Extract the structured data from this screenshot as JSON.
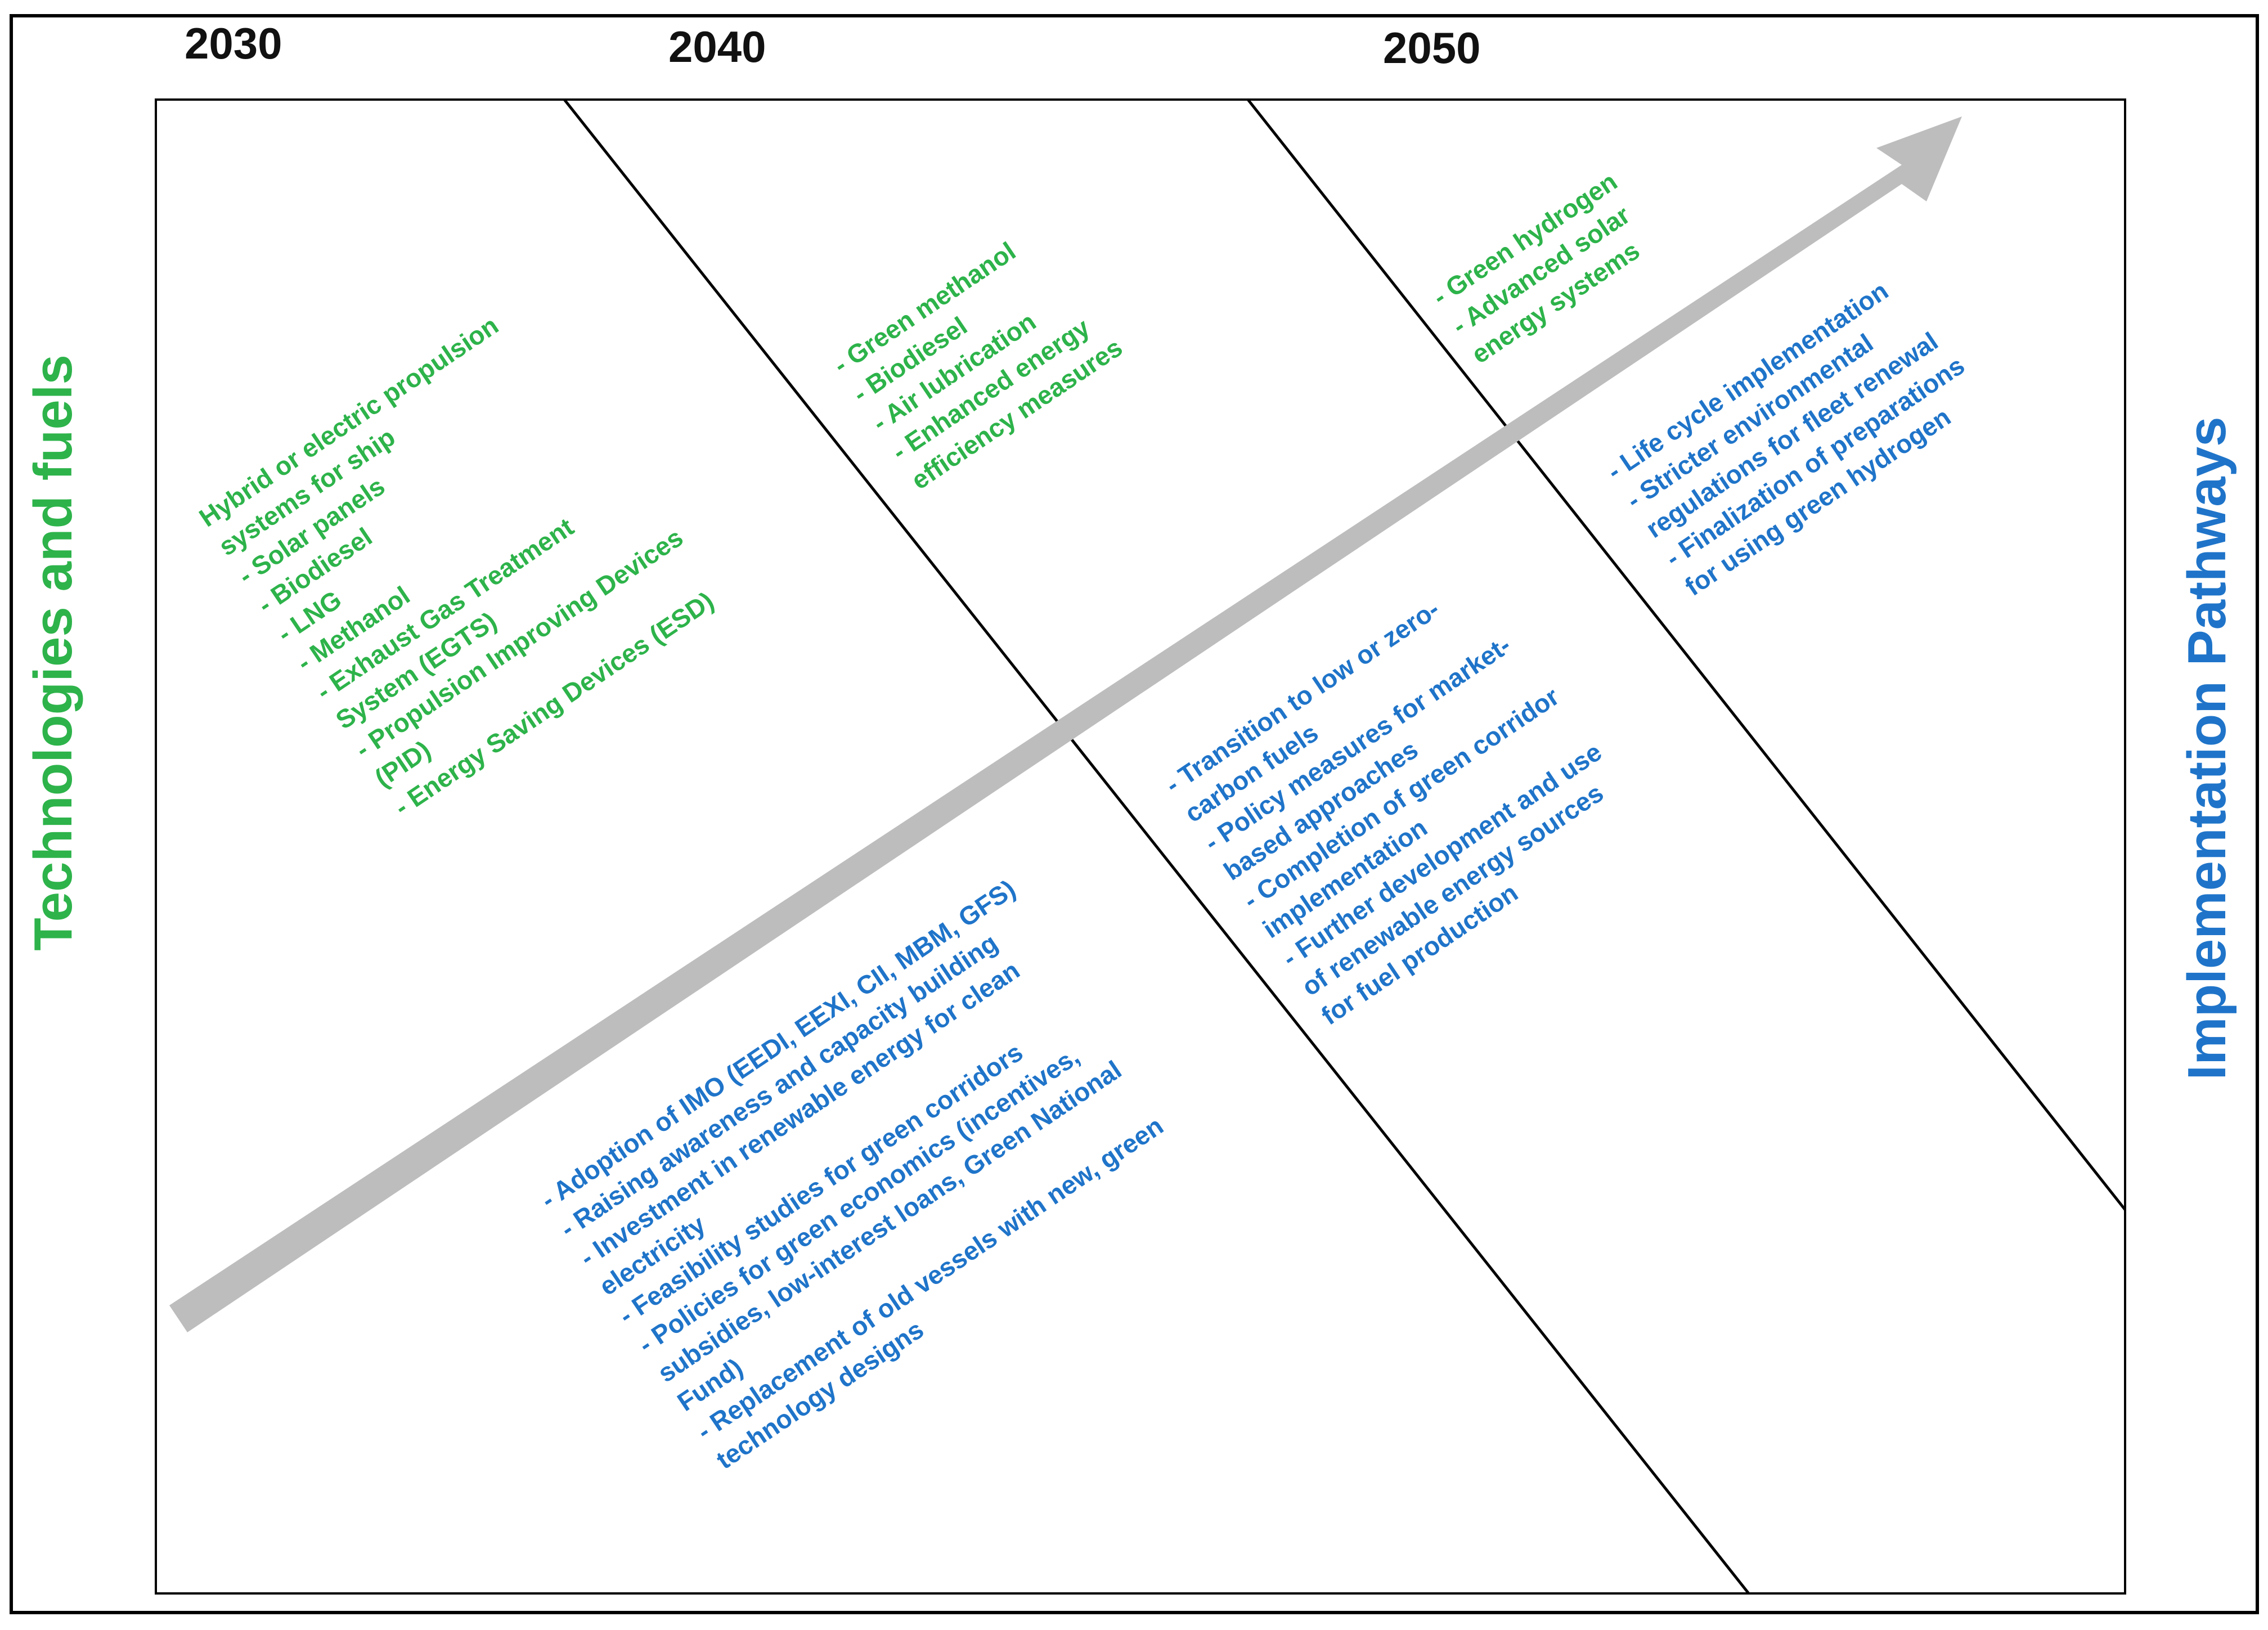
{
  "colors": {
    "green": "#2db34a",
    "blue": "#1f74c9",
    "line": "#000000",
    "arrow": "#bdbdbd"
  },
  "years": [
    "2030",
    "2040",
    "2050"
  ],
  "left_title": "Technologies and fuels",
  "right_title": "Implementation Pathways",
  "tech_2030": [
    "Hybrid or electric propulsion",
    "systems for ship",
    "- Solar panels",
    "- Biodiesel",
    "- LNG",
    "- Methanol",
    "- Exhaust Gas Treatment",
    "System (EGTS)",
    "- Propulsion Improving Devices",
    "(PID)",
    "- Energy Saving Devices (ESD)"
  ],
  "tech_2040": [
    "- Green methanol",
    "- Biodiesel",
    "- Air lubrication",
    "- Enhanced energy",
    "efficiency measures"
  ],
  "tech_2050": [
    "- Green hydrogen",
    "- Advanced solar",
    "energy systems"
  ],
  "path_2030": [
    "- Adoption of IMO (EEDI, EEXI, CII, MBM, GFS)",
    "- Raising awareness and capacity building",
    "- Investment in renewable energy for clean",
    "electricity",
    "- Feasibility studies for green corridors",
    "- Policies for green economics (incentives,",
    "subsidies, low-interest loans, Green National",
    "Fund)",
    "- Replacement of old vessels with new, green",
    "technology designs"
  ],
  "path_2040": [
    "- Transition to low or zero-",
    "carbon fuels",
    "- Policy measures for market-",
    "based approaches",
    "- Completion of green corridor",
    "implementation",
    "- Further development and use",
    "of renewable energy sources",
    "for fuel production"
  ],
  "path_2050": [
    "- Life cycle implementation",
    "- Stricter environmental",
    "regulations for fleet renewal",
    "- Finalization of preparations",
    "for using green hydrogen"
  ]
}
